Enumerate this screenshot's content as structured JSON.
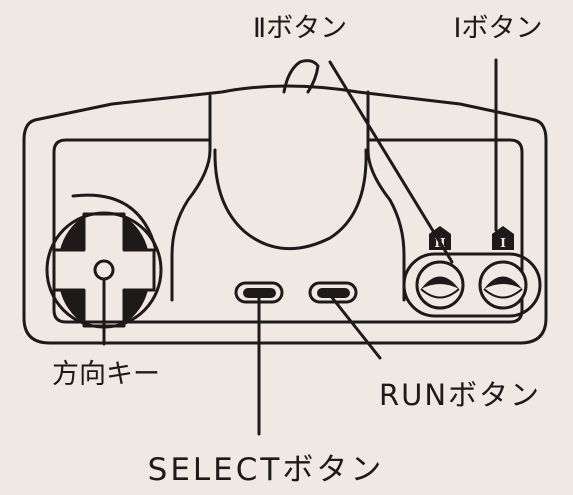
{
  "labels": {
    "button_ii": "Ⅱボタン",
    "button_i": "Ⅰボタン",
    "direction_key": "方向キー",
    "run_button": "RUNボタン",
    "select_button": "SELECTボタン"
  },
  "button_marks": {
    "ii": "II",
    "i": "I"
  },
  "colors": {
    "background": "#f0e8e3",
    "ink": "#1e1a1a"
  }
}
